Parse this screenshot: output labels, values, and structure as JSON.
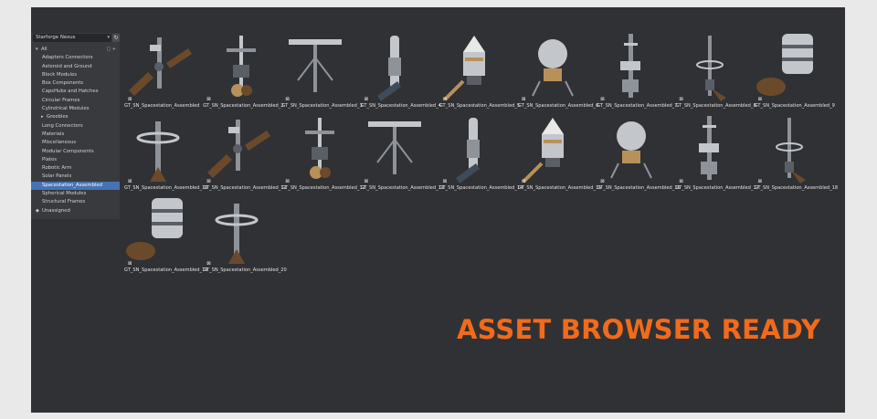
{
  "library": {
    "selected": "Starforge Nexus",
    "refresh_icon": "refresh-icon"
  },
  "categories": {
    "root": "All",
    "items": [
      "Adapters Connectors",
      "Asteroid and Ground",
      "Block Modules",
      "Box Components",
      "CapsHubs and Hatches",
      "Circular Frames",
      "Cylindrical Modules",
      "Greebles",
      "Long Connectors",
      "Materials",
      "Miscellaneous",
      "Modular Components",
      "Plates",
      "Robotic Arm",
      "Solar Panels",
      "Spacestation_Assembled",
      "Spherical Modules",
      "Structural Frames"
    ],
    "unassigned": "Unassigned",
    "selected_index": 15
  },
  "assets": [
    "GT_SN_Spacestation_Assembled",
    "GT_SN_Spacestation_Assembled_2",
    "GT_SN_Spacestation_Assembled_3",
    "GT_SN_Spacestation_Assembled_4",
    "GT_SN_Spacestation_Assembled_5",
    "GT_SN_Spacestation_Assembled_6",
    "GT_SN_Spacestation_Assembled_7",
    "GT_SN_Spacestation_Assembled_8",
    "GT_SN_Spacestation_Assembled_9",
    "GT_SN_Spacestation_Assembled_10",
    "GT_SN_Spacestation_Assembled_11",
    "GT_SN_Spacestation_Assembled_12",
    "GT_SN_Spacestation_Assembled_13",
    "GT_SN_Spacestation_Assembled_14",
    "GT_SN_Spacestation_Assembled_15",
    "GT_SN_Spacestation_Assembled_16",
    "GT_SN_Spacestation_Assembled_17",
    "GT_SN_Spacestation_Assembled_18",
    "GT_SN_Spacestation_Assembled_19",
    "GT_SN_Spacestation_Assembled_20"
  ],
  "overlay": {
    "text": "ASSET BROWSER READY",
    "color": "#f26a1b"
  },
  "colors": {
    "selected": "#4772b3",
    "panel": "#303134",
    "sidebar": "#383a3e"
  }
}
